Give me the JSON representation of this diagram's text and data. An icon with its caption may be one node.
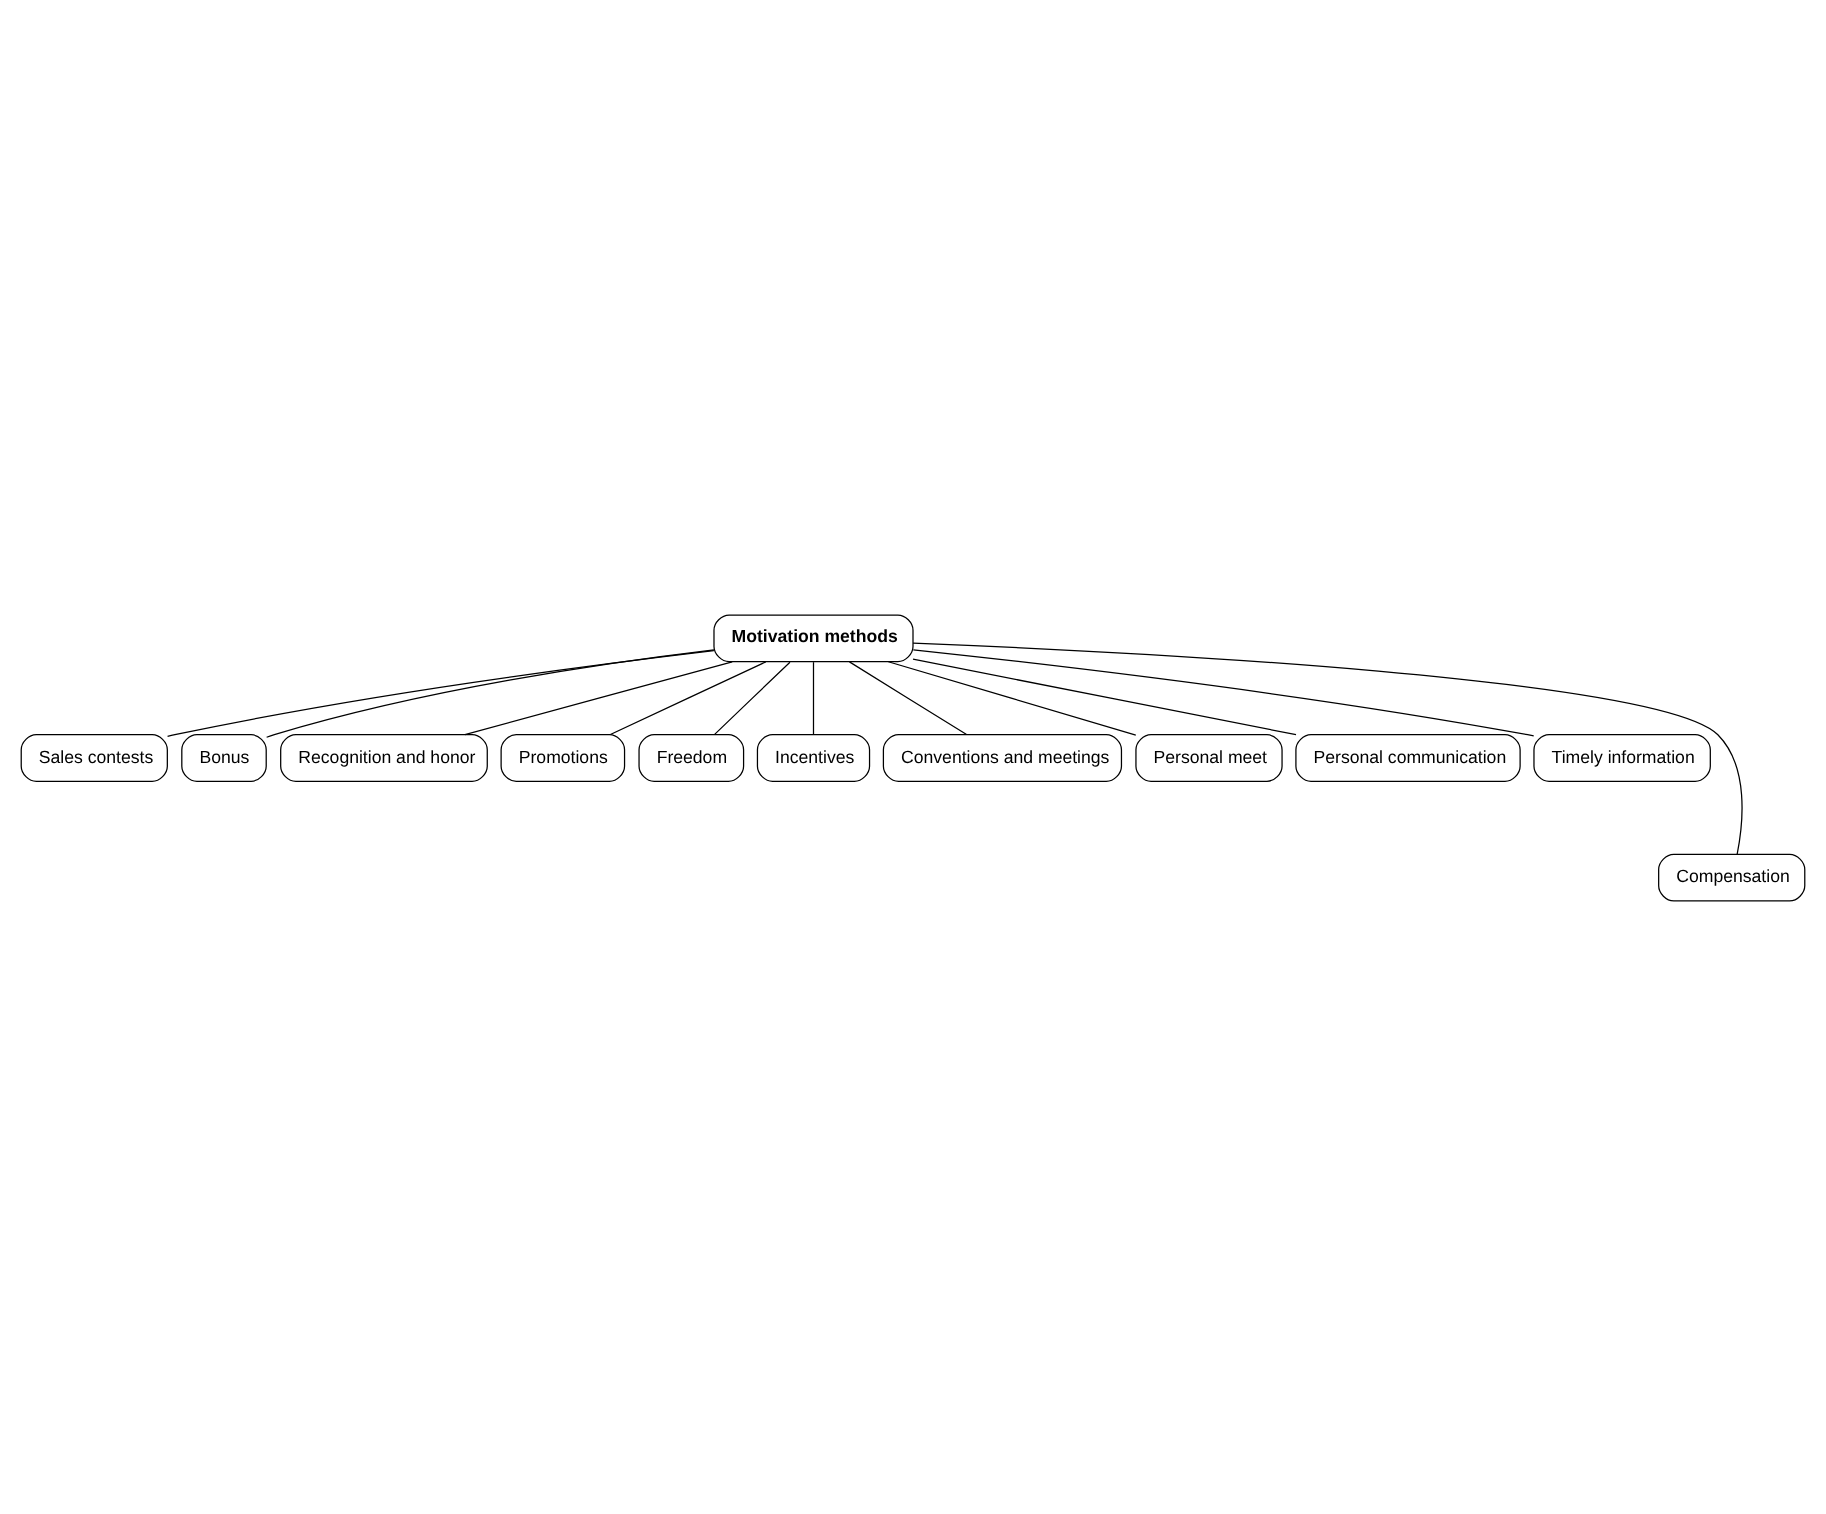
{
  "diagram": {
    "nodes": [
      {
        "text": [
          "Motivation methods"
        ]
      },
      {
        "text": [
          "Sales contests"
        ]
      },
      {
        "text": [
          "Bonus"
        ]
      },
      {
        "text": [
          "Recognition and honor"
        ]
      },
      {
        "text": [
          "Promotions"
        ]
      },
      {
        "text": [
          "Freedom"
        ]
      },
      {
        "text": [
          "Incentives"
        ]
      },
      {
        "text": [
          "Conventions and meetings"
        ]
      },
      {
        "text": [
          "Personal meet"
        ]
      },
      {
        "text": [
          "Personal communication"
        ]
      },
      {
        "text": [
          "Timely information"
        ]
      },
      {
        "text": [
          "Compensation"
        ]
      }
    ],
    "edges": [
      {
        "from": 0,
        "to": 11,
        "arrow": "none"
      },
      {
        "from": 0,
        "to": 1,
        "arrow": "none"
      },
      {
        "from": 0,
        "to": 2,
        "arrow": "none"
      },
      {
        "from": 0,
        "to": 3,
        "arrow": "none"
      },
      {
        "from": 0,
        "to": 4,
        "arrow": "none"
      },
      {
        "from": 0,
        "to": 5,
        "arrow": "none"
      },
      {
        "from": 0,
        "to": 6,
        "arrow": "none"
      },
      {
        "from": 0,
        "to": 7,
        "arrow": "none"
      },
      {
        "from": 0,
        "to": 8,
        "arrow": "none"
      },
      {
        "from": 0,
        "to": 9,
        "arrow": "none"
      },
      {
        "from": 0,
        "to": 10,
        "arrow": "none"
      }
    ]
  }
}
